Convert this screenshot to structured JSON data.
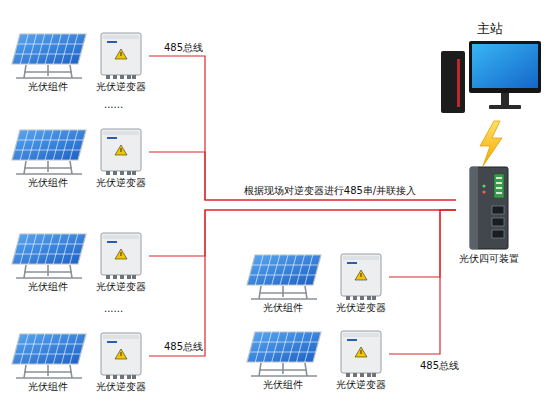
{
  "diagram": {
    "nodes": [
      {
        "text": [
          "主站"
        ]
      },
      {
        "text": [
          "光伏组件"
        ]
      },
      {
        "text": [
          "光伏逆变器"
        ]
      },
      {
        "text": [
          "光伏组件"
        ]
      },
      {
        "text": [
          "光伏逆变器"
        ]
      },
      {
        "text": [
          "光伏组件"
        ]
      },
      {
        "text": [
          "光伏逆变器"
        ]
      },
      {
        "text": [
          "光伏组件"
        ]
      },
      {
        "text": [
          "光伏逆变器"
        ]
      },
      {
        "text": [
          "光伏四可装置"
        ]
      },
      {
        "text": [
          "光伏组件"
        ]
      },
      {
        "text": [
          "光伏逆变器"
        ]
      },
      {
        "text": [
          "光伏组件"
        ]
      },
      {
        "text": [
          "光伏逆变器"
        ]
      }
    ],
    "edges": [
      {
        "from": 2,
        "to": 9,
        "arrow": "none"
      },
      {
        "from": 4,
        "to": 9,
        "arrow": "none"
      },
      {
        "from": 6,
        "to": 9,
        "arrow": "none"
      },
      {
        "from": 8,
        "to": 9,
        "arrow": "none"
      },
      {
        "from": 11,
        "to": 9,
        "arrow": "none"
      },
      {
        "from": 13,
        "to": 9,
        "arrow": "none"
      }
    ],
    "labels": [
      "485总线",
      "......",
      "......",
      "根据现场对逆变器进行485串/并联接入",
      "485总线",
      "485总线"
    ]
  }
}
